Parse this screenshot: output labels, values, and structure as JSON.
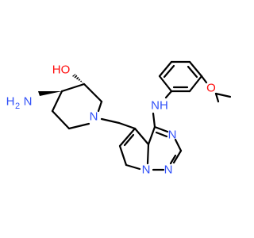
{
  "atoms": {
    "oh": {
      "symbol": "HO",
      "color": "#ff0d0d"
    },
    "nh2": {
      "symbol": "H",
      "sub": "2",
      "n": "N",
      "color": "#3050f8"
    },
    "n_piperidine": {
      "symbol": "N",
      "color": "#3050f8"
    },
    "nh": {
      "symbol": "NH",
      "color": "#3050f8"
    },
    "o_methoxy": {
      "symbol": "O",
      "color": "#ff0d0d"
    },
    "n_ring_a": {
      "symbol": "N",
      "color": "#3050f8"
    },
    "n_ring_b": {
      "symbol": "N",
      "color": "#3050f8"
    },
    "n_ring_c": {
      "symbol": "N",
      "color": "#3050f8"
    }
  },
  "bond_color": "#000000"
}
